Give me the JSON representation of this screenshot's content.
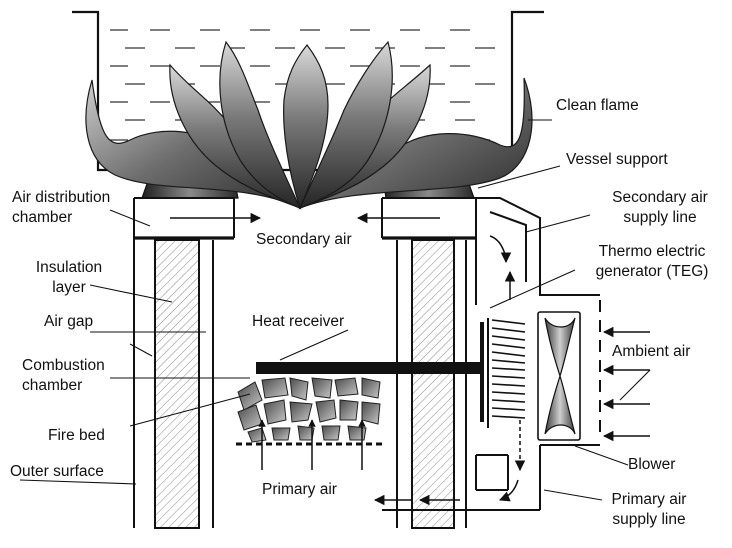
{
  "labels": {
    "clean_flame": "Clean flame",
    "vessel_support": "Vessel support",
    "air_distribution_chamber_1": "Air distribution",
    "air_distribution_chamber_2": "chamber",
    "secondary_air_supply_line_1": "Secondary air",
    "secondary_air_supply_line_2": "supply line",
    "secondary_air": "Secondary air",
    "thermo_electric_generator_1": "Thermo electric",
    "thermo_electric_generator_2": "generator (TEG)",
    "insulation_layer_1": "Insulation",
    "insulation_layer_2": "layer",
    "air_gap": "Air gap",
    "heat_receiver": "Heat receiver",
    "ambient_air": "Ambient air",
    "combustion_chamber_1": "Combustion",
    "combustion_chamber_2": "chamber",
    "fire_bed": "Fire bed",
    "blower": "Blower",
    "outer_surface": "Outer surface",
    "primary_air": "Primary air",
    "primary_air_supply_line_1": "Primary air",
    "primary_air_supply_line_2": "supply line"
  },
  "colors": {
    "line": "#111111",
    "flame_dark": "#2a2a2a",
    "flame_light": "#d6d6d6"
  }
}
